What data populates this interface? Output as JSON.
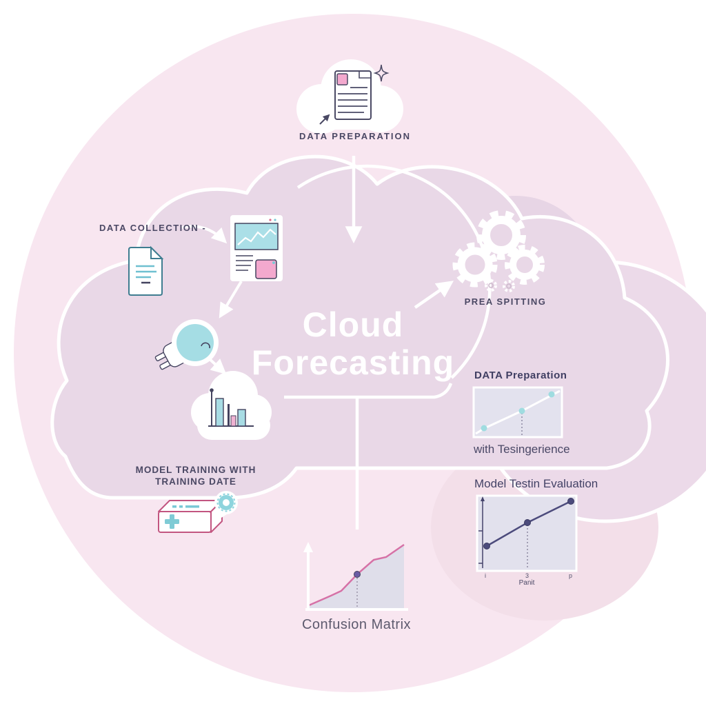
{
  "scene": {
    "background": "#ffffff",
    "circle_color": "#f8e6f0",
    "cloud_color": "#e9d8e7",
    "blob_color": "#e7d5e5",
    "accent_teal": "#a5dde4",
    "accent_pink": "#f3a9ce",
    "kit_outline": "#c25580",
    "line_pink": "#d671a6",
    "line_purple": "#4c4b7c",
    "ink": "#45445f",
    "white": "#ffffff"
  },
  "cloud_title": {
    "line1": "Cloud",
    "line2": "Forecasting"
  },
  "labels": {
    "data_preparation_top": "DATA PREPARATION",
    "data_collection": "DATA COLLECTION -",
    "prea_spitting": "PREA SPITTING",
    "model_training_line1": "MODEL TRAINING WITH",
    "model_training_line2": "TRAINING DATE",
    "confusion_matrix": "Confusion Matrix"
  },
  "panels": {
    "test_chart": {
      "title": "DATA Preparation",
      "caption": "with Tesingerience"
    },
    "evaluation_chart": {
      "title": "Model Testin Evaluation",
      "x_label": "Panit",
      "x_ticks": [
        "i",
        "3",
        "p"
      ]
    }
  }
}
